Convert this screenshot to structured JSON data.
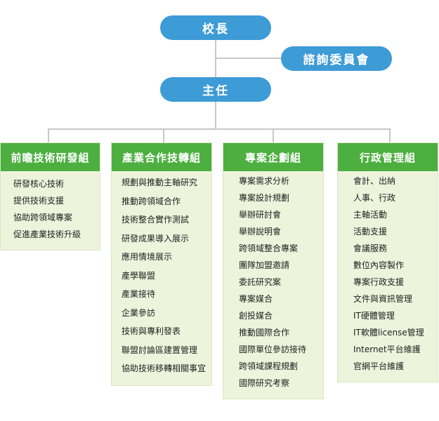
{
  "chart": {
    "principal": "校長",
    "advisory": "諮詢委員會",
    "director": "主任"
  },
  "groups": [
    {
      "title": "前瞻技術研發組",
      "items": [
        "研發核心技術",
        "提供技術支援",
        "協助跨領域專案",
        "促進產業技術升級"
      ]
    },
    {
      "title": "產業合作技轉組",
      "items": [
        "規劃與推動主軸研究",
        "推動跨領域合作",
        "技術整合實作測試",
        "研發成果導入展示",
        "應用情境展示",
        "產學聯盟",
        "產業接待",
        "企業參訪",
        "技術與專利發表",
        "聯盟討論區建置管理",
        "協助技術移轉相關事宜"
      ]
    },
    {
      "title": "專案企劃組",
      "items": [
        "專案需求分析",
        "專案設計規劃",
        "舉辦研討會",
        "舉辦說明會",
        "跨領域整合專案",
        "團隊加盟邀請",
        "委託研究案",
        "專案媒合",
        "創投媒合",
        "推動國際合作",
        "國際單位參訪接待",
        "跨領域課程規劃",
        "國際研究考察"
      ]
    },
    {
      "title": "行政管理組",
      "items": [
        "會計、出納",
        "人事、行政",
        "主軸活動",
        "活動支援",
        "會議服務",
        "數位內容製作",
        "專案行政支援",
        "文件與資訊管理",
        "IT硬體管理",
        "IT軟體license管理",
        "Internet平台維護",
        "官網平台維護"
      ]
    }
  ]
}
